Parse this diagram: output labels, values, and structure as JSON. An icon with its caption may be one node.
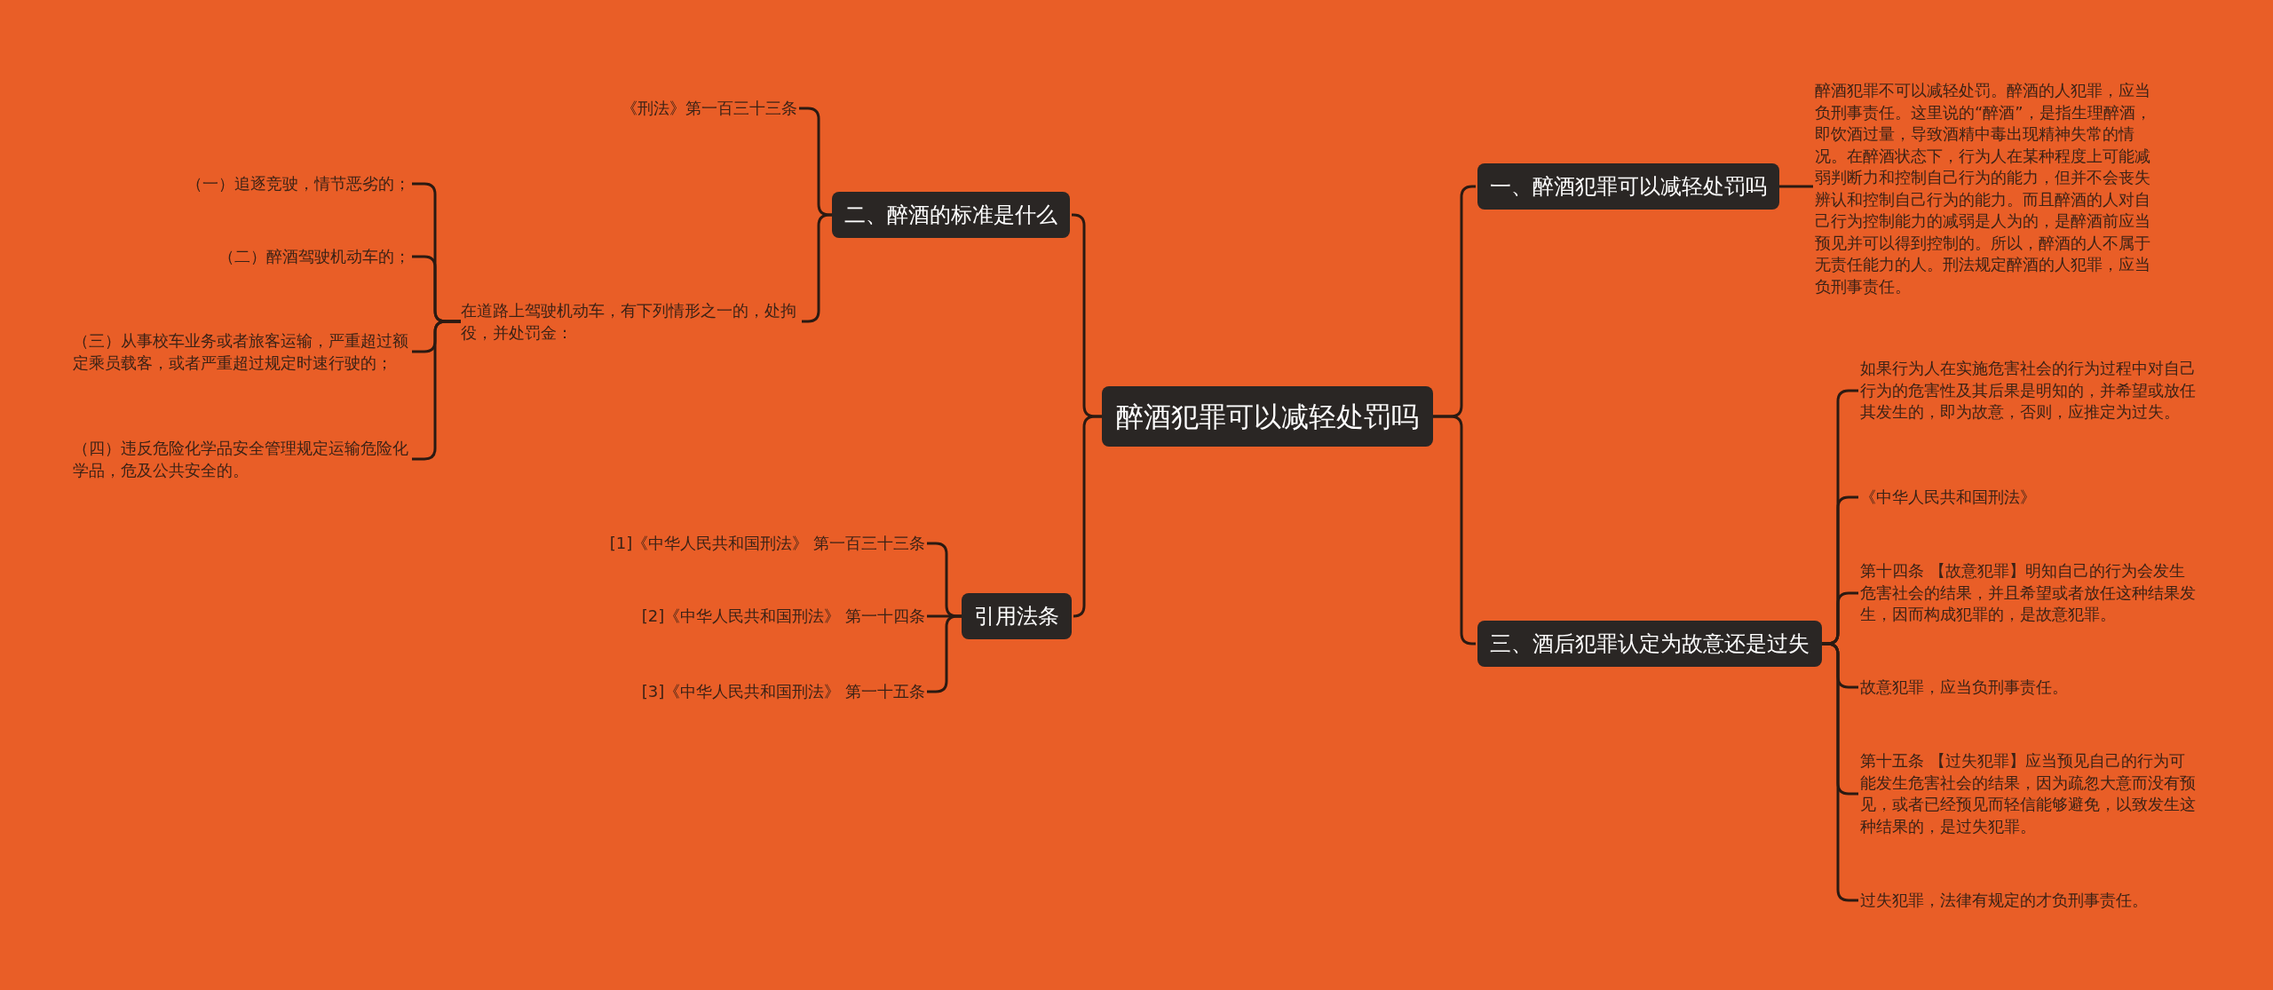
{
  "diagram": {
    "nodes": [
      {
        "text": [
          "醉酒犯罪可以减轻处罚吗"
        ]
      },
      {
        "text": [
          "一、醉酒犯罪可以减轻处罚吗"
        ]
      },
      {
        "text": [
          "醉酒犯罪不可以减轻处罚。醉酒的人犯罪，应当负刑事责任。这里说的“醉酒”，是指生理醉酒，即饮酒过量，导致酒精中毒出现精神失常的情况。在醉酒状态下，行为人在某种程度上可能减弱判断力和控制自己行为的能力，但并不会丧失辨认和控制自己行为的能力。而且醉酒的人对自己行为控制能力的减弱是人为的，是醉酒前应当预见并可以得到控制的。所以，醉酒的人不属于无责任能力的人。刑法规定醉酒的人犯罪，应当负刑事责任。"
        ]
      },
      {
        "text": [
          "三、酒后犯罪认定为故意还是过失"
        ]
      },
      {
        "text": [
          "如果行为人在实施危害社会的行为过程中对自己行为的危害性及其后果是明知的，并希望或放任其发生的，即为故意，否则，应推定为过失。"
        ]
      },
      {
        "text": [
          "《中华人民共和国刑法》"
        ]
      },
      {
        "text": [
          "第十四条 【故意犯罪】明知自己的行为会发生危害社会的结果，并且希望或者放任这种结果发生，因而构成犯罪的，是故意犯罪。"
        ]
      },
      {
        "text": [
          "故意犯罪，应当负刑事责任。"
        ]
      },
      {
        "text": [
          "第十五条 【过失犯罪】应当预见自己的行为可能发生危害社会的结果，因为疏忽大意而没有预见，或者已经预见而轻信能够避免，以致发生这种结果的，是过失犯罪。"
        ]
      },
      {
        "text": [
          "过失犯罪，法律有规定的才负刑事责任。"
        ]
      },
      {
        "text": [
          "二、醉酒的标准是什么"
        ]
      },
      {
        "text": [
          "《刑法》第一百三十三条"
        ]
      },
      {
        "text": [
          "在道路上驾驶机动车，有下列情形之一的，处拘役，并处罚金："
        ]
      },
      {
        "text": [
          "（一）追逐竞驶，情节恶劣的；"
        ]
      },
      {
        "text": [
          "（二）醉酒驾驶机动车的；"
        ]
      },
      {
        "text": [
          "（三）从事校车业务或者旅客运输，严重超过额定乘员载客，或者严重超过规定时速行驶的；"
        ]
      },
      {
        "text": [
          "（四）违反危险化学品安全管理规定运输危险化学品，危及公共安全的。"
        ]
      },
      {
        "text": [
          "引用法条"
        ]
      },
      {
        "text": [
          "[1]《中华人民共和国刑法》 第一百三十三条"
        ]
      },
      {
        "text": [
          "[2]《中华人民共和国刑法》 第一十四条"
        ]
      },
      {
        "text": [
          "[3]《中华人民共和国刑法》 第一十五条"
        ]
      }
    ],
    "edges": [
      {
        "from": 0,
        "to": 1,
        "arrow": "none"
      },
      {
        "from": 0,
        "to": 3,
        "arrow": "none"
      },
      {
        "from": 0,
        "to": 10,
        "arrow": "none"
      },
      {
        "from": 0,
        "to": 17,
        "arrow": "none"
      },
      {
        "from": 1,
        "to": 2,
        "arrow": "none"
      },
      {
        "from": 3,
        "to": 4,
        "arrow": "none"
      },
      {
        "from": 3,
        "to": 5,
        "arrow": "none"
      },
      {
        "from": 3,
        "to": 6,
        "arrow": "none"
      },
      {
        "from": 3,
        "to": 7,
        "arrow": "none"
      },
      {
        "from": 3,
        "to": 8,
        "arrow": "none"
      },
      {
        "from": 3,
        "to": 9,
        "arrow": "none"
      },
      {
        "from": 10,
        "to": 11,
        "arrow": "none"
      },
      {
        "from": 10,
        "to": 12,
        "arrow": "none"
      },
      {
        "from": 12,
        "to": 13,
        "arrow": "none"
      },
      {
        "from": 12,
        "to": 14,
        "arrow": "none"
      },
      {
        "from": 12,
        "to": 15,
        "arrow": "none"
      },
      {
        "from": 12,
        "to": 16,
        "arrow": "none"
      },
      {
        "from": 17,
        "to": 18,
        "arrow": "none"
      },
      {
        "from": 17,
        "to": 19,
        "arrow": "none"
      },
      {
        "from": 17,
        "to": 20,
        "arrow": "none"
      }
    ]
  }
}
